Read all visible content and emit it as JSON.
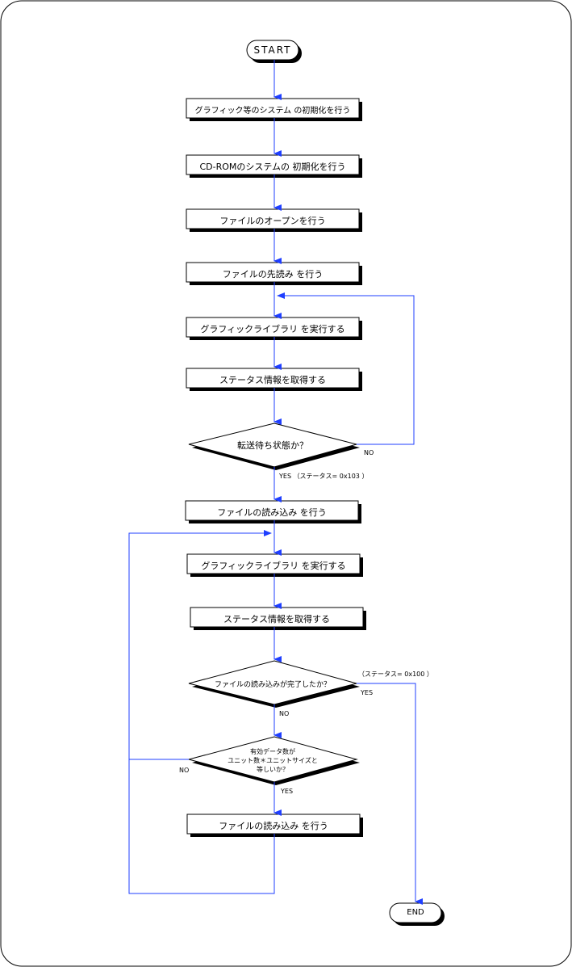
{
  "flowchart": {
    "start_label": "START",
    "end_label": "END",
    "steps": [
      "グラフィック等のシステム の初期化を行う",
      "CD-ROMのシステムの 初期化を行う",
      "ファイルのオープンを行う",
      "ファイルの先読み を行う",
      "グラフィックライブラリ を実行する",
      "ステータス情報を取得する",
      "ファイルの読み込み を行う",
      "グラフィックライブラリ を実行する",
      "ステータス情報を取得する",
      "ファイルの読み込み を行う"
    ],
    "decisions": {
      "transfer_wait": "転送待ち状態か？",
      "read_complete": "ファイルの読み込みが完了したか？",
      "valid_data_line1": "有効データ数が",
      "valid_data_line2": "ユニット数＊ユニットサイズと",
      "valid_data_line3": "等しいか？"
    },
    "branch_labels": {
      "no_1": "NO",
      "yes_1": "YES （ステータス= 0x103 ）",
      "status_100": "（ステータス= 0x100 ）",
      "yes_2": "YES",
      "no_2": "NO",
      "no_3": "NO",
      "yes_3": "YES"
    },
    "colors": {
      "connector": "#1f3fff",
      "border": "#000000",
      "shadow": "#000000"
    }
  }
}
